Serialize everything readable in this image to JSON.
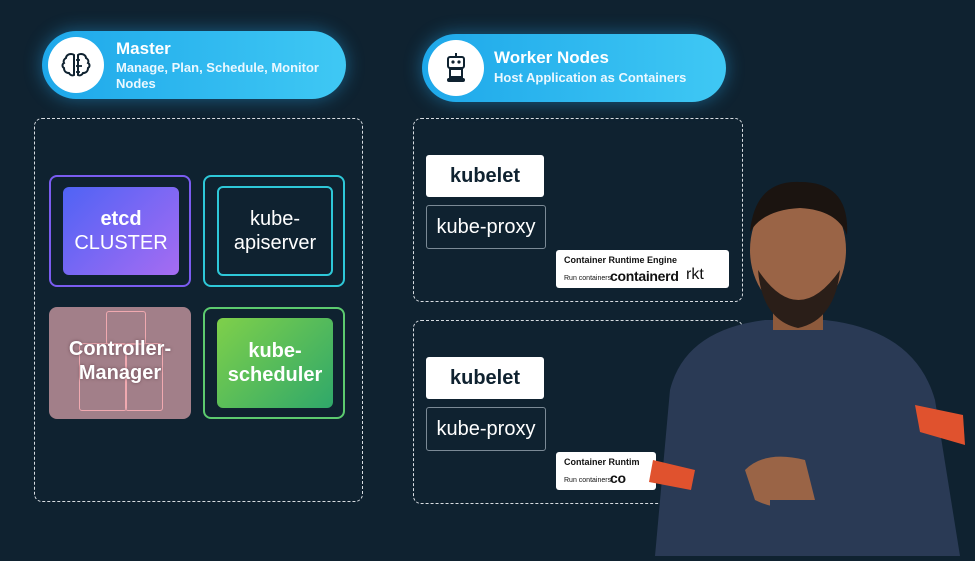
{
  "master": {
    "title": "Master",
    "subtitle_line1": "Manage, Plan, Schedule, Monitor",
    "subtitle_line2": "Nodes"
  },
  "worker": {
    "title": "Worker Nodes",
    "subtitle": "Host Application as Containers"
  },
  "components": {
    "etcd_line1": "etcd",
    "etcd_line2": "CLUSTER",
    "apiserver_line1": "kube-",
    "apiserver_line2": "apiserver",
    "controller_line1": "Controller-",
    "controller_line2": "Manager",
    "scheduler_line1": "kube-",
    "scheduler_line2": "scheduler"
  },
  "nodes": [
    {
      "kubelet": "kubelet",
      "proxy": "kube-proxy",
      "cre_title": "Container Runtime Engine",
      "cre_sub": "Run containers",
      "cre_containerd": "containerd",
      "cre_rkt": "rkt"
    },
    {
      "kubelet": "kubelet",
      "proxy": "kube-proxy",
      "cre_title": "Container Runtim",
      "cre_sub": "Run containers",
      "cre_containerd": "co"
    }
  ],
  "colors": {
    "background": "#0f2230",
    "pill": "#27b4ef",
    "etcd": "#7a5cf0",
    "apiserver": "#2ec8d8",
    "scheduler": "#3fb96a",
    "controller": "#d88a94"
  },
  "icons": {
    "master": "brain-icon",
    "worker": "robot-icon"
  }
}
